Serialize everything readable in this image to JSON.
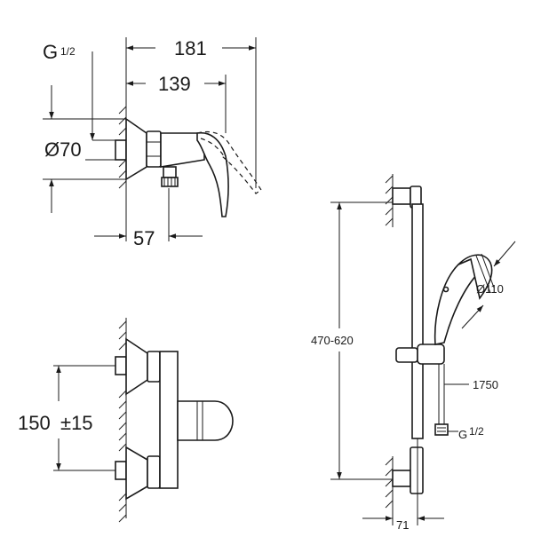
{
  "dimensions": {
    "connection_thread_top": "G",
    "connection_thread_top_fraction": "1/2",
    "overall_depth": "181",
    "spout_depth": "139",
    "rosette_diameter": "Ø70",
    "outlet_offset": "57",
    "center_distance": "150",
    "center_tolerance": "±15",
    "rail_adjustment": "470-620",
    "hand_shower_diameter": "Ø110",
    "hose_length": "1750",
    "hose_thread": "G",
    "hose_thread_fraction": "1/2",
    "rail_wall_distance": "71"
  }
}
